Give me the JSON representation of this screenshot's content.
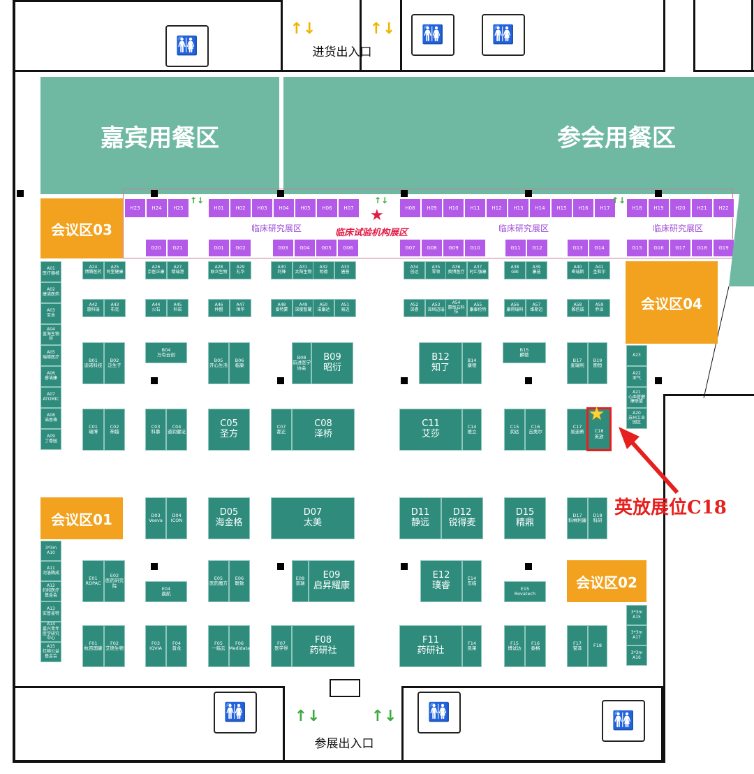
{
  "top_entrance": "进货出入口",
  "bottom_entrance": "参展出入口",
  "guest_dining": "嘉宾用餐区",
  "participant_dining": "参会用餐区",
  "meeting": {
    "m01": "会议区01",
    "m02": "会议区02",
    "m03": "会议区03",
    "m04": "会议区04"
  },
  "clinical_zone": "临床试验机构展区",
  "research_zone": "临床研究展区",
  "annotation": "英放展位C18",
  "colors": {
    "teal": "#2f8c7d",
    "purple": "#b35ae8",
    "orange": "#f2a21e",
    "dining": "#6fb9a3",
    "annotation": "#e5201e"
  },
  "h_row": [
    "H23",
    "H24",
    "H25",
    "H01",
    "H02",
    "H03",
    "H04",
    "H05",
    "H06",
    "H07",
    "H08",
    "H09",
    "H10",
    "H11",
    "H12",
    "H13",
    "H14",
    "H15",
    "H16",
    "H17",
    "H18",
    "H19",
    "H20",
    "H21",
    "H22"
  ],
  "g_row": [
    "G20",
    "G21",
    "G01",
    "G02",
    "G03",
    "G04",
    "G05",
    "G06",
    "G07",
    "G08",
    "G09",
    "G10",
    "G11",
    "G12",
    "G13",
    "G14",
    "G15",
    "G16",
    "G17",
    "G18",
    "G19"
  ],
  "a_col": [
    {
      "code": "A01",
      "name": "医疗器械"
    },
    {
      "code": "A02",
      "name": "康诺医药"
    },
    {
      "code": "A03",
      "name": "至本"
    },
    {
      "code": "A04",
      "name": "蓝海生物谷"
    },
    {
      "code": "A05",
      "name": "瑞德医疗"
    },
    {
      "code": "A06",
      "name": "睿诺康"
    },
    {
      "code": "A07",
      "name": "ATOMIC"
    },
    {
      "code": "A08",
      "name": "诺思格"
    },
    {
      "code": "A09",
      "name": "丁香园"
    }
  ],
  "a_row1": [
    {
      "code": "A24",
      "name": "博腾医药"
    },
    {
      "code": "A25",
      "name": "阿里健康"
    },
    {
      "code": "A26",
      "name": "京医正康"
    },
    {
      "code": "A27",
      "name": "精瑞港"
    },
    {
      "code": "A28",
      "name": "联众生物"
    },
    {
      "code": "A29",
      "name": "礼华"
    },
    {
      "code": "A30",
      "name": "利锋"
    },
    {
      "code": "A31",
      "name": "太阳生物"
    },
    {
      "code": "A32",
      "name": "明德"
    },
    {
      "code": "A33",
      "name": "唐普"
    },
    {
      "code": "A34",
      "name": "创达"
    },
    {
      "code": "A35",
      "name": "零领"
    },
    {
      "code": "A36",
      "name": "奥博医疗"
    },
    {
      "code": "A37",
      "name": "时汇强康"
    },
    {
      "code": "A38",
      "name": "GBI"
    },
    {
      "code": "A39",
      "name": "康选"
    },
    {
      "code": "A40",
      "name": "密瑞斯"
    },
    {
      "code": "A41",
      "name": "圣和尔"
    }
  ],
  "a_row2": [
    {
      "code": "A42",
      "name": "惠科瑞"
    },
    {
      "code": "A43",
      "name": "布克"
    },
    {
      "code": "A44",
      "name": "火石"
    },
    {
      "code": "A45",
      "name": "科诺"
    },
    {
      "code": "A46",
      "name": "仲盟"
    },
    {
      "code": "A47",
      "name": "恒华"
    },
    {
      "code": "A48",
      "name": "爱特蒙"
    },
    {
      "code": "A49",
      "name": "深度智耀"
    },
    {
      "code": "A50",
      "name": "诺康达"
    },
    {
      "code": "A51",
      "name": "易迈"
    },
    {
      "code": "A52",
      "name": "深睿"
    },
    {
      "code": "A53",
      "name": "深圳迈瑞"
    },
    {
      "code": "A54",
      "name": "惠每云科技"
    },
    {
      "code": "A55",
      "name": "康泰伦特"
    },
    {
      "code": "A56",
      "name": "康得瑞科"
    },
    {
      "code": "A57",
      "name": "维斯迈"
    },
    {
      "code": "A58",
      "name": "雅信诚"
    },
    {
      "code": "A59",
      "name": "乔治"
    }
  ],
  "a_right": [
    {
      "code": "A23",
      "name": ""
    },
    {
      "code": "A22",
      "name": "亚气"
    },
    {
      "code": "A21",
      "name": "心血管健康联盟"
    },
    {
      "code": "A20",
      "name": "苏州工业园区"
    }
  ],
  "a_left_lower": [
    {
      "code": "3*3m A10",
      "name": ""
    },
    {
      "code": "A11",
      "name": "河洛腾成"
    },
    {
      "code": "A12",
      "name": "约和医疗基金会"
    },
    {
      "code": "A13",
      "name": "安普曼特"
    },
    {
      "code": "A14",
      "name": "嘉兴青年医学研究中心"
    },
    {
      "code": "A15",
      "name": "红棉公益基金会"
    }
  ],
  "a_right_lower": [
    "3*3m A15",
    "3*3m A17",
    "3*3m A16"
  ],
  "b": {
    "b01": {
      "code": "B01",
      "name": "迪诺科技"
    },
    "b02": {
      "code": "B02",
      "name": "泛生子"
    },
    "b04": {
      "code": "B04",
      "name": "万有云创"
    },
    "b05": {
      "code": "B05",
      "name": "开心生活"
    },
    "b06": {
      "code": "B06",
      "name": "临康"
    },
    "b08": {
      "code": "B08",
      "name": "前进医学协会"
    },
    "b09": {
      "code": "B09",
      "name": "昭衍"
    },
    "b12": {
      "code": "B12",
      "name": "知了"
    },
    "b14": {
      "code": "B14",
      "name": "康德"
    },
    "b15": {
      "code": "B15",
      "name": "麟德"
    },
    "b17": {
      "code": "B17",
      "name": "麦瑞利"
    },
    "b19": {
      "code": "B19",
      "name": "图恒"
    }
  },
  "c": {
    "c01": {
      "code": "C01",
      "name": "瑞博"
    },
    "c02": {
      "code": "C02",
      "name": "神越"
    },
    "c03": {
      "code": "C03",
      "name": "科慕"
    },
    "c04": {
      "code": "C04",
      "name": "道润健证"
    },
    "c05": {
      "code": "C05",
      "name": "圣方"
    },
    "c07": {
      "code": "C07",
      "name": "都正"
    },
    "c08": {
      "code": "C08",
      "name": "泽桥"
    },
    "c11": {
      "code": "C11",
      "name": "艾莎"
    },
    "c14": {
      "code": "C14",
      "name": "维立"
    },
    "c15": {
      "code": "C15",
      "name": "润达"
    },
    "c16": {
      "code": "C16",
      "name": "吉奥尔"
    },
    "c17": {
      "code": "C17",
      "name": "易迪希"
    },
    "c18": {
      "code": "C18",
      "name": "英放"
    }
  },
  "d": {
    "d03": {
      "code": "D03",
      "name": "Veeva"
    },
    "d04": {
      "code": "D04",
      "name": "ICON"
    },
    "d05": {
      "code": "D05",
      "name": "海金格"
    },
    "d07": {
      "code": "D07",
      "name": "太美"
    },
    "d11": {
      "code": "D11",
      "name": "静远"
    },
    "d12": {
      "code": "D12",
      "name": "锐得麦"
    },
    "d15": {
      "code": "D15",
      "name": "精鼎"
    },
    "d17": {
      "code": "D17",
      "name": "科林利康"
    },
    "d18": {
      "code": "D18",
      "name": "科研"
    }
  },
  "e": {
    "e01": {
      "code": "E01",
      "name": "RDPAC"
    },
    "e02": {
      "code": "E02",
      "name": "医药研究院"
    },
    "e04": {
      "code": "E04",
      "name": "晨航"
    },
    "e05": {
      "code": "E05",
      "name": "医药魔方"
    },
    "e06": {
      "code": "E06",
      "name": "联致"
    },
    "e08": {
      "code": "E08",
      "name": "普瑞"
    },
    "e09": {
      "code": "E09",
      "name": "启昇耀康"
    },
    "e12": {
      "code": "E12",
      "name": "璞睿"
    },
    "e14": {
      "code": "E14",
      "name": "东临"
    },
    "e15": {
      "code": "E15",
      "name": "Rovatech"
    }
  },
  "f": {
    "f01": {
      "code": "F01",
      "name": "杭百国康"
    },
    "f02": {
      "code": "F02",
      "name": "艾德生物"
    },
    "f03": {
      "code": "F03",
      "name": "IQVIA"
    },
    "f04": {
      "code": "F04",
      "name": "普永"
    },
    "f05": {
      "code": "F05",
      "name": "一临云"
    },
    "f06": {
      "code": "F06",
      "name": "Medidata"
    },
    "f07": {
      "code": "F07",
      "name": "医学界"
    },
    "f08": {
      "code": "F08",
      "name": "药研社"
    },
    "f11": {
      "code": "F11",
      "name": "药研社"
    },
    "f14": {
      "code": "F14",
      "name": "凯莱"
    },
    "f15": {
      "code": "F15",
      "name": "博试达"
    },
    "f16": {
      "code": "F16",
      "name": "泰格"
    },
    "f17": {
      "code": "F17",
      "name": "誉泽"
    },
    "f18": {
      "code": "F18",
      "name": ""
    }
  }
}
